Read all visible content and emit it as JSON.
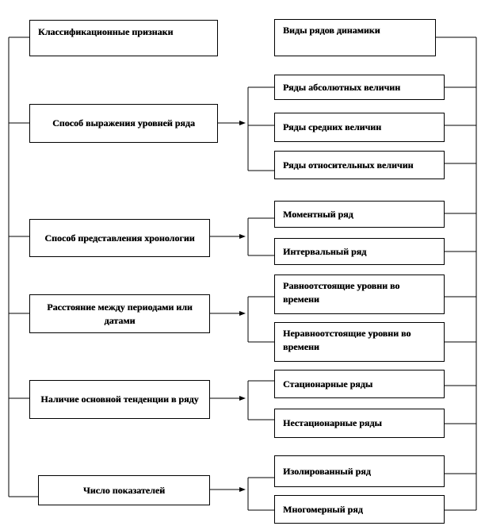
{
  "left": {
    "header": "Классификационные признаки",
    "items": [
      "Способ выражения уровней ряда",
      "Способ представления хронологии",
      "Расстояние между периодами или датами",
      "Наличие основной тенденции в ряду",
      "Число показателей"
    ]
  },
  "right": {
    "header": "Виды рядов динамики",
    "groups": [
      [
        "Ряды абсолютных величин",
        "Ряды средних величин",
        "Ряды относительных величин"
      ],
      [
        "Моментный ряд",
        "Интервальный ряд"
      ],
      [
        "Равноотстоящие уровни во времени",
        "Неравноотстоящие уровни во времени"
      ],
      [
        "Стационарные ряды",
        "Нестационарные ряды"
      ],
      [
        "Изолированный ряд",
        "Многомерный ряд"
      ]
    ]
  }
}
